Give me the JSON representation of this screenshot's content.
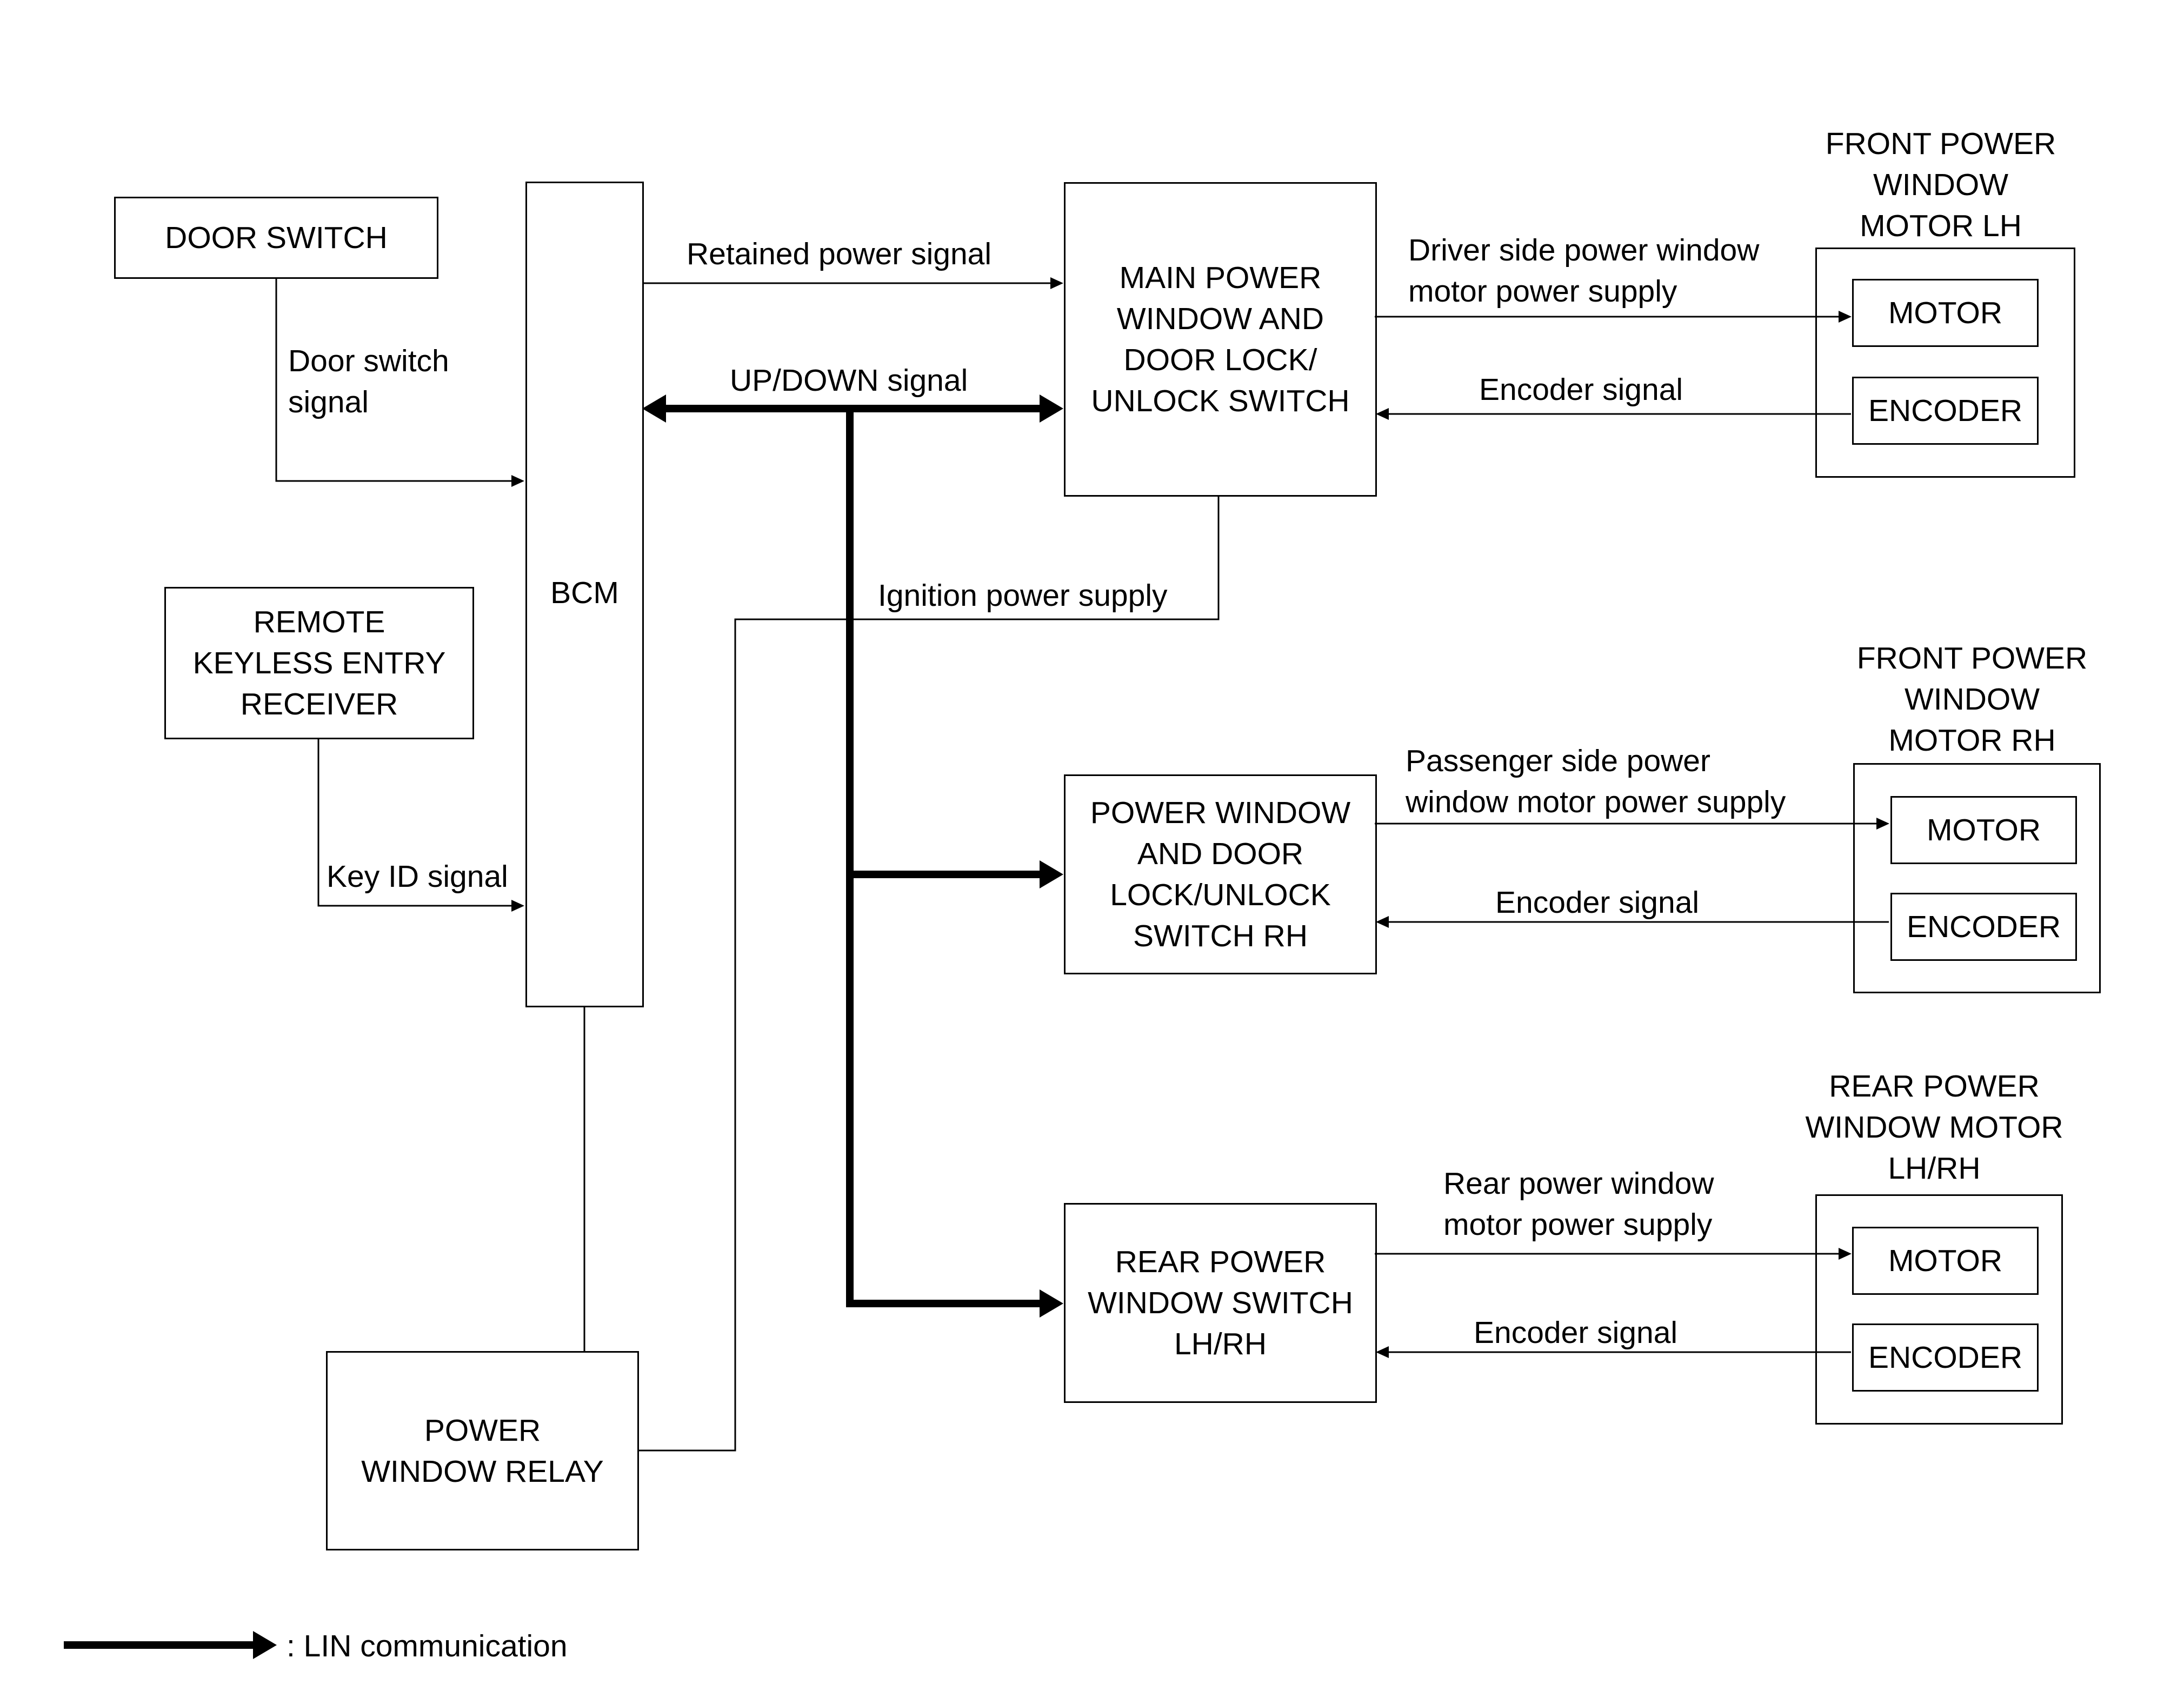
{
  "boxes": {
    "door_switch": "DOOR SWITCH",
    "remote_keyless": "REMOTE\nKEYLESS ENTRY\nRECEIVER",
    "bcm": "BCM",
    "power_window_relay": "POWER\nWINDOW RELAY",
    "main_switch": "MAIN POWER\nWINDOW AND\nDOOR LOCK/\nUNLOCK SWITCH",
    "switch_rh": "POWER WINDOW\nAND DOOR\nLOCK/UNLOCK\nSWITCH RH",
    "rear_switch": "REAR POWER\nWINDOW SWITCH\nLH/RH",
    "motor_lh": "MOTOR",
    "encoder_lh": "ENCODER",
    "motor_rh": "MOTOR",
    "encoder_rh": "ENCODER",
    "motor_rear": "MOTOR",
    "encoder_rear": "ENCODER"
  },
  "group_titles": {
    "front_lh": "FRONT POWER\nWINDOW\nMOTOR LH",
    "front_rh": "FRONT POWER\nWINDOW\nMOTOR RH",
    "rear": "REAR POWER\nWINDOW MOTOR\nLH/RH"
  },
  "signals": {
    "door_switch_signal": "Door switch\nsignal",
    "key_id_signal": "Key ID signal",
    "retained_power": "Retained power signal",
    "up_down": "UP/DOWN signal",
    "ignition_power": "Ignition power supply",
    "driver_side_supply": "Driver side power window\nmotor power supply",
    "encoder_signal_lh": "Encoder signal",
    "passenger_side_supply": "Passenger side power\nwindow motor power supply",
    "encoder_signal_rh": "Encoder signal",
    "rear_supply": "Rear power window\nmotor power supply",
    "encoder_signal_rear": "Encoder signal"
  },
  "legend": {
    "lin": ": LIN communication"
  }
}
